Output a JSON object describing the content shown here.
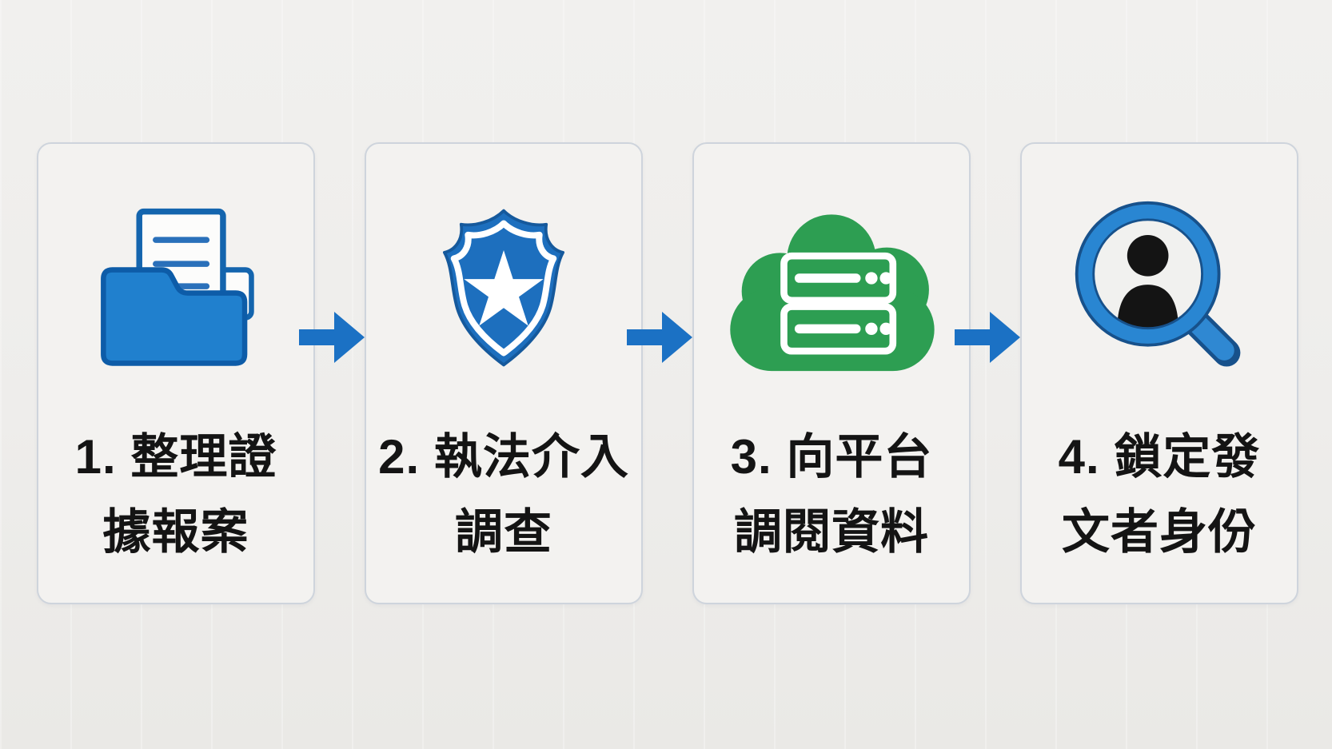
{
  "page": {
    "kind": "process-flow-infographic",
    "language": "zh-Hant",
    "background_color": "#eeedeb",
    "card_background": "#f3f2f0",
    "card_border_color": "#ced4dc",
    "text_color": "#141414",
    "step_count": 4
  },
  "flow": {
    "direction": "left-to-right",
    "arrow_glyph": "→",
    "arrow_color": "#1b71c4",
    "arrow_count": 3
  },
  "steps": [
    {
      "index": "1",
      "line1": "1. 整理證",
      "line2": "據報案",
      "full_text": "1. 整理證據報案",
      "icon": "folder-documents-icon",
      "icon_color": "#2080ce",
      "icon_stroke_color": "#0d5ca8",
      "document_line_color": "#2a70ba"
    },
    {
      "index": "2",
      "line1": "2. 執法介入",
      "line2": "調查",
      "full_text": "2. 執法介入調查",
      "icon": "shield-star-icon",
      "icon_color": "#1d6fbe",
      "icon_stroke_color": "#15599c",
      "star_color": "#ffffff"
    },
    {
      "index": "3",
      "line1": "3. 向平台",
      "line2": "調閱資料",
      "full_text": "3. 向平台調閱資料",
      "icon": "cloud-server-icon",
      "icon_color": "#2d9e52",
      "icon_stroke_color": "#238c46",
      "server_detail_color": "#ffffff"
    },
    {
      "index": "4",
      "line1": "4. 鎖定發",
      "line2": "文者身份",
      "full_text": "4. 鎖定發文者身份",
      "icon": "magnifier-person-icon",
      "icon_color": "#2986d2",
      "icon_stroke_color": "#17518b",
      "person_color": "#141414",
      "lens_fill": "#f1f1ef"
    }
  ]
}
